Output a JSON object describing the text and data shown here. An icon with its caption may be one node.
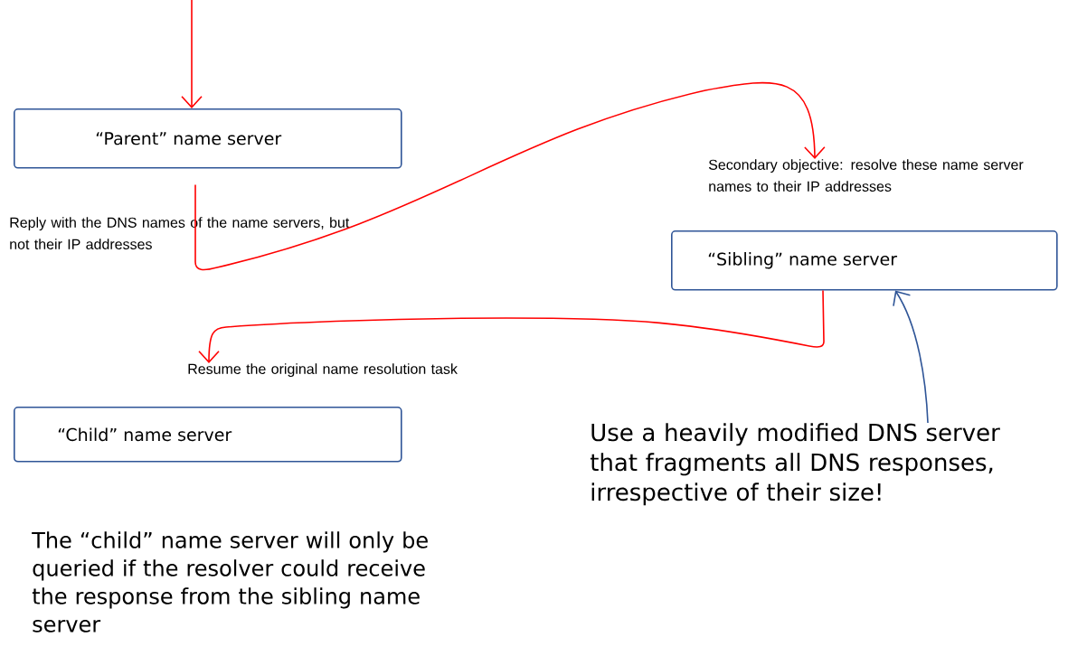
{
  "diagram": {
    "nodes": [
      {
        "text": [
          "“Parent” name server"
        ],
        "beside": [
          "Reply with the DNS names of the name servers, but not their IP addresses"
        ]
      },
      {
        "text": [
          "Secondary objective: resolve these name server names to their IP addresses"
        ]
      },
      {
        "text": [
          "“Sibling” name server"
        ]
      },
      {
        "text": [
          "Resume the original name resolution task"
        ]
      },
      {
        "text": [
          "“Child” name server"
        ]
      },
      {
        "text": [
          "Use a heavily modified DNS server that fragments all DNS responses, irrespective of their size!"
        ]
      }
    ],
    "edges": [
      {
        "from": null,
        "to": 0,
        "arrow": "to"
      },
      {
        "from": 0,
        "to": 1,
        "arrow": "to"
      },
      {
        "from": 2,
        "to": 3,
        "arrow": "to"
      },
      {
        "from": 5,
        "to": 2,
        "arrow": "to",
        "color": "#2f5597"
      }
    ],
    "labels": [
      "The “child” name server will only be queried if the resolver could receive the response from the sibling name server"
    ]
  }
}
